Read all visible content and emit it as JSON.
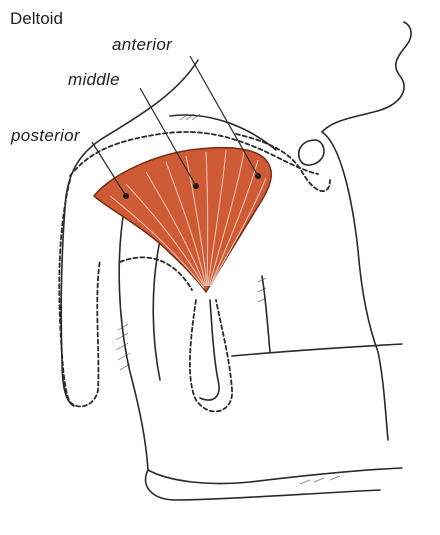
{
  "diagram": {
    "title": "Deltoid",
    "labels": {
      "anterior": "anterior",
      "middle": "middle",
      "posterior": "posterior"
    },
    "colors": {
      "muscle": "#cf5a36",
      "muscle_fibers": "#f3d2c0",
      "ink": "#2a2a2a"
    }
  }
}
